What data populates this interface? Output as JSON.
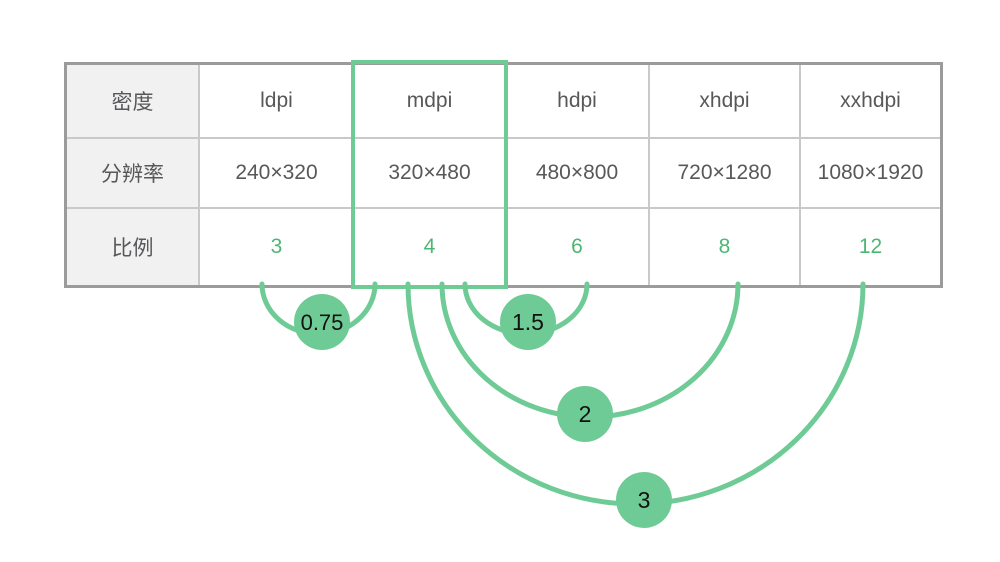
{
  "table": {
    "row_headers": [
      "密度",
      "分辨率",
      "比例"
    ],
    "columns": [
      "ldpi",
      "mdpi",
      "hdpi",
      "xhdpi",
      "xxhdpi"
    ],
    "resolutions": [
      "240×320",
      "320×480",
      "480×800",
      "720×1280",
      "1080×1920"
    ],
    "ratios": [
      "3",
      "4",
      "6",
      "8",
      "12"
    ],
    "highlighted_column": "mdpi"
  },
  "scale_factors": [
    {
      "label": "0.75",
      "from": "mdpi",
      "to": "ldpi"
    },
    {
      "label": "1.5",
      "from": "mdpi",
      "to": "hdpi"
    },
    {
      "label": "2",
      "from": "mdpi",
      "to": "xhdpi"
    },
    {
      "label": "3",
      "from": "mdpi",
      "to": "xxhdpi"
    }
  ],
  "colors": {
    "green": "#6fcb95",
    "green_text": "#4eb674",
    "table_outer_border": "#9b9b9b",
    "table_inner_lines": "#c9c9c9",
    "header_column_bg": "#f1f1f2",
    "table_text": "#58585a",
    "badge_label_text": "#111111"
  }
}
